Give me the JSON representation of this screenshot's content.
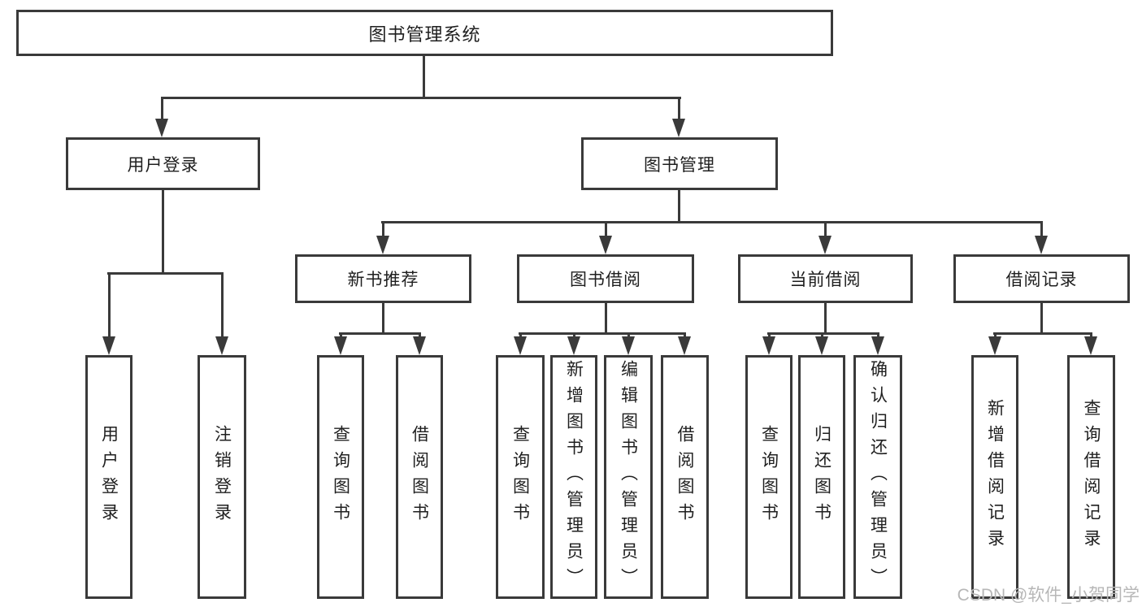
{
  "diagram": {
    "title": "图书管理系统",
    "watermark": "CSDN @软件_小贺同学",
    "colors": {
      "line": "#3a3a3a",
      "text": "#1f1f1f",
      "background": "#ffffff",
      "watermark": "#b7b7b7"
    },
    "nodes": {
      "root": "图书管理系统",
      "user_login": "用户登录",
      "book_mgmt": "图书管理",
      "login_action": "用户登录",
      "logout_action": "注销登录",
      "new_book_rec": "新书推荐",
      "book_borrow": "图书借阅",
      "current_borrow": "当前借阅",
      "borrow_record": "借阅记录",
      "nbr_query_book": "查询图书",
      "nbr_borrow_book": "借阅图书",
      "bb_query_book": "查询图书",
      "bb_add_book": "新增图书（管理员）",
      "bb_edit_book": "编辑图书（管理员）",
      "bb_borrow_book": "借阅图书",
      "cb_query_book": "查询图书",
      "cb_return_book": "归还图书",
      "cb_confirm_return": "确认归还（管理员）",
      "br_add_record": "新增借阅记录",
      "br_query_record": "查询借阅记录"
    },
    "hierarchy": {
      "图书管理系统": {
        "用户登录": [
          "用户登录",
          "注销登录"
        ],
        "图书管理": {
          "新书推荐": [
            "查询图书",
            "借阅图书"
          ],
          "图书借阅": [
            "查询图书",
            "新增图书（管理员）",
            "编辑图书（管理员）",
            "借阅图书"
          ],
          "当前借阅": [
            "查询图书",
            "归还图书",
            "确认归还（管理员）"
          ],
          "借阅记录": [
            "新增借阅记录",
            "查询借阅记录"
          ]
        }
      }
    }
  }
}
